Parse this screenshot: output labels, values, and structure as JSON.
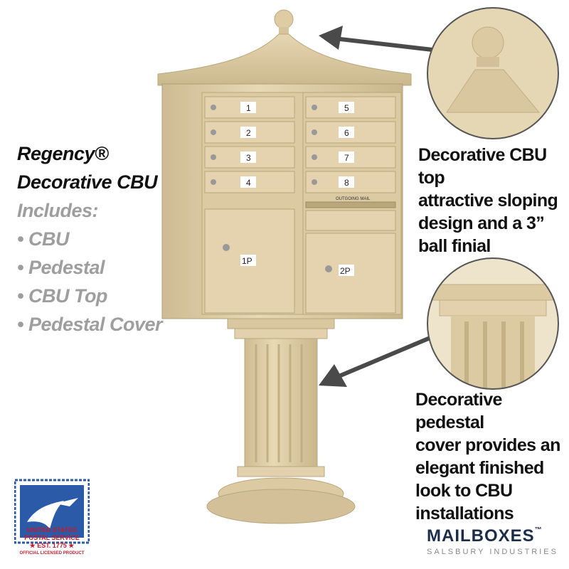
{
  "left_panel": {
    "line1": "Regency®",
    "line2": "Decorative CBU",
    "includes_heading": "Includes:",
    "items": [
      "• CBU",
      "• Pedestal",
      "• CBU Top",
      "• Pedestal Cover"
    ]
  },
  "callout_top": {
    "lines": [
      "Decorative CBU top",
      "attractive sloping",
      "design and a 3”",
      "ball finial"
    ]
  },
  "callout_bottom": {
    "lines": [
      "Decorative pedestal",
      "cover provides an",
      "elegant finished",
      "look to CBU",
      "installations"
    ]
  },
  "mailbox": {
    "doors": [
      "1",
      "2",
      "3",
      "4",
      "5",
      "6",
      "7",
      "8"
    ],
    "parcel_doors": [
      "1P",
      "2P"
    ],
    "outgoing_label": "OUTGOING MAIL"
  },
  "usps_logo": {
    "line1": "UNITED STATES",
    "line2": "POSTAL SERVICE",
    "line3": "★ EST. 1775 ★",
    "line4": "OFFICIAL LICENSED PRODUCT"
  },
  "brand_logo": {
    "name": "MAILBOXES",
    "tm": "™",
    "sub": "SALSBURY INDUSTRIES"
  },
  "colors": {
    "sand": "#e2d1ac",
    "sand_dark": "#c7b48b",
    "arrow": "#4a4a4a",
    "text_dark": "#111111",
    "text_gray": "#9e9e9e",
    "usps_blue": "#2a5aa8",
    "usps_red": "#c21d2e"
  }
}
